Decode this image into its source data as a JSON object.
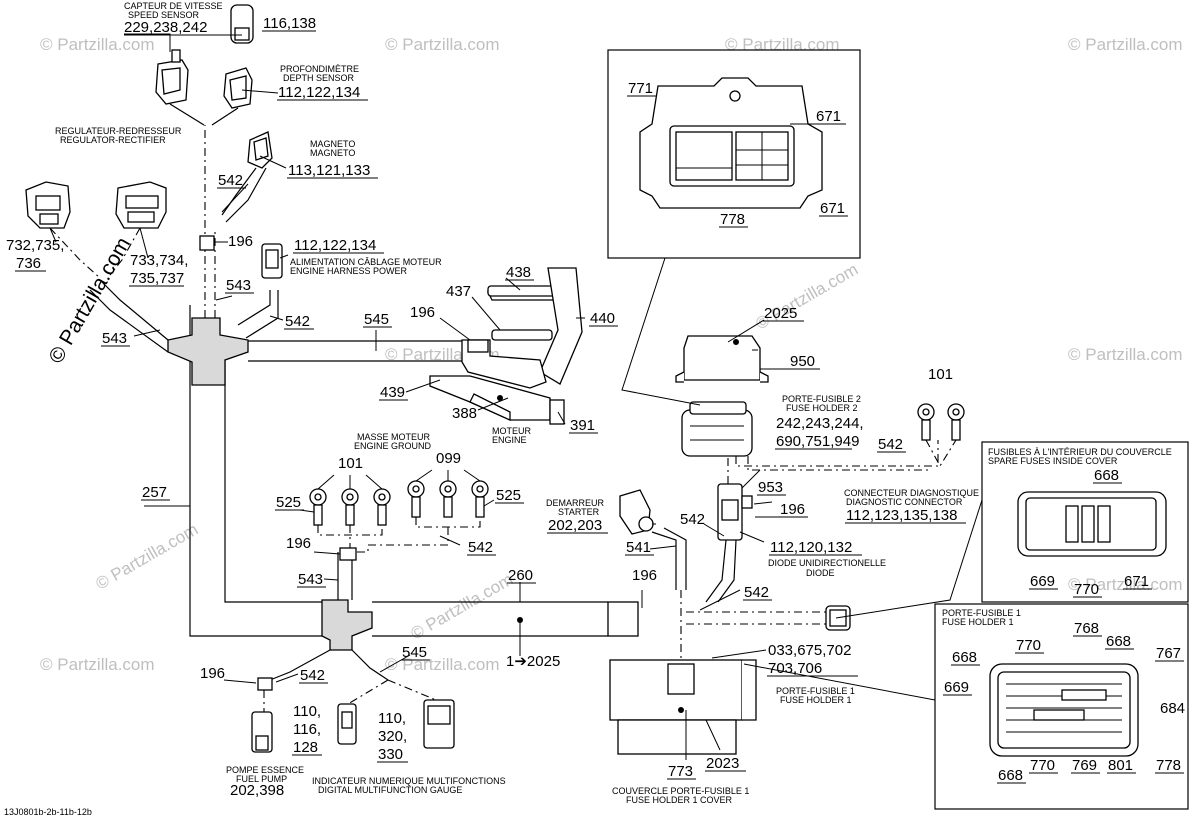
{
  "watermarks": {
    "text": "© Partzilla.com",
    "text_plain": "Partzilla.com"
  },
  "footer": {
    "drawing_id": "13J0801b-2b-11b-12b"
  },
  "captions": {
    "speed_sensor_fr": "CAPTEUR DE VITESSE",
    "speed_sensor_en": "SPEED SENSOR",
    "depth_sensor_fr": "PROFONDIMÈTRE",
    "depth_sensor_en": "DEPTH SENSOR",
    "regulator_fr": "REGULATEUR-REDRESSEUR",
    "regulator_en": "REGULATOR-RECTIFIER",
    "magneto_fr": "MAGNETO",
    "magneto_en": "MAGNETO",
    "engine_power_fr": "ALIMENTATION CÂBLAGE MOTEUR",
    "engine_power_en": "ENGINE HARNESS POWER",
    "engine_fr": "MOTEUR",
    "engine_en": "ENGINE",
    "engine_ground_fr": "MASSE MOTEUR",
    "engine_ground_en": "ENGINE GROUND",
    "starter_fr": "DEMARREUR",
    "starter_en": "STARTER",
    "fuse_holder2_fr": "PORTE-FUSIBLE 2",
    "fuse_holder2_en": "FUSE HOLDER 2",
    "diag_fr": "CONNECTEUR DIAGNOSTIQUE",
    "diag_en": "DIAGNOSTIC CONNECTOR",
    "diode_fr": "DIODE UNIDIRECTIONELLE",
    "diode_en": "DIODE",
    "fuse_holder1_fr": "PORTE-FUSIBLE 1",
    "fuse_holder1_en": "FUSE HOLDER 1",
    "cover_fr": "COUVERCLE PORTE-FUSIBLE 1",
    "cover_en": "FUSE HOLDER 1 COVER",
    "fuel_pump_fr": "POMPE ESSENCE",
    "fuel_pump_en": "FUEL PUMP",
    "gauge_fr": "INDICATEUR NUMERIQUE MULTIFONCTIONS",
    "gauge_en": "DIGITAL MULTIFUNCTION GAUGE",
    "spare_fuses_fr": "FUSIBLES À L'INTÉRIEUR DU COUVERCLE",
    "spare_fuses_en": "SPARE FUSES INSIDE COVER",
    "inset_fh1_fr": "PORTE-FUSIBLE 1",
    "inset_fh1_en": "FUSE HOLDER 1"
  },
  "callouts": {
    "c229": "229,238,242",
    "c116": "116,138",
    "c112a": "112,122,134",
    "c113": "113,121,133",
    "c732": "732,735,",
    "c736": "736",
    "c733": "733,734,",
    "c735b": "735,737",
    "c542_a": "542",
    "c196_a": "196",
    "c112b": "112,122,134",
    "c543_a": "543",
    "c542_b": "542",
    "c543_b": "543",
    "c545_a": "545",
    "c196_b": "196",
    "c437": "437",
    "c438": "438",
    "c440": "440",
    "c439": "439",
    "c388": "388",
    "c391": "391",
    "c257": "257",
    "c101_a": "101",
    "c099": "099",
    "c525_a": "525",
    "c525_b": "525",
    "c196_c": "196",
    "c542_c": "542",
    "c543_c": "543",
    "c202": "202,203",
    "c541": "541",
    "c542_d": "542",
    "c196_d": "196",
    "c260": "260",
    "c542_e": "542",
    "c545_b": "545",
    "c196_e": "196",
    "c542_f": "542",
    "c110a": "110,",
    "c116b": "116,",
    "c128": "128",
    "c110b": "110,",
    "c320": "320,",
    "c330": "330",
    "c202b": "202,398",
    "c1to2025": "1➔2025",
    "c033": "033,675,702",
    "c703": "703,706",
    "c773": "773",
    "c2023": "2023",
    "c2025": "2025",
    "c950": "950",
    "c242": "242,243,244,",
    "c690": "690,751,949",
    "c101_b": "101",
    "c542_g": "542",
    "c953": "953",
    "c196_f": "196",
    "c112c": "112,120,132",
    "c112d": "112,123,135,138",
    "c771": "771",
    "c671_a": "671",
    "c671_b": "671",
    "c778_a": "778",
    "c668_a": "668",
    "c669_a": "669",
    "c770_a": "770",
    "c671_c": "671",
    "c770_b": "770",
    "c768": "768",
    "c668_b": "668",
    "c668_c": "668",
    "c767": "767",
    "c669_b": "669",
    "c684": "684",
    "c668_d": "668",
    "c770_c": "770",
    "c769": "769",
    "c801": "801",
    "c778_b": "778"
  }
}
